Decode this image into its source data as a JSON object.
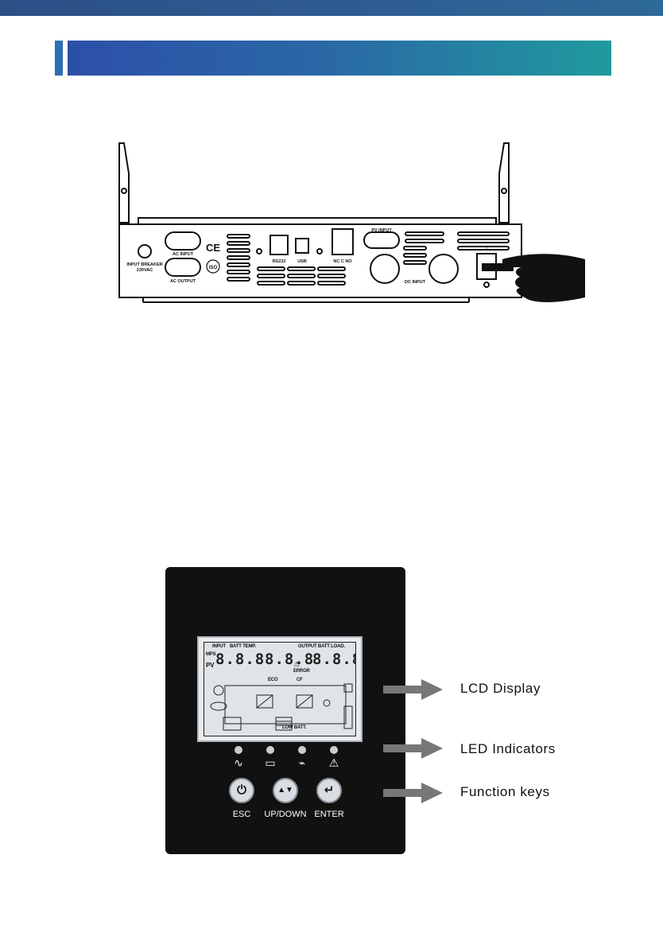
{
  "rear_panel": {
    "input_breaker_label": "INPUT BREAKER",
    "input_breaker_rating": "230VAC",
    "ac_input_label": "AC INPUT",
    "ac_output_label": "AC OUTPUT",
    "ce_mark": "CE",
    "iso_mark": "ISO",
    "rs232_label": "RS232",
    "usb_label": "USB",
    "relay_label": "NC C NO",
    "pv_input_label": "PV INPUT",
    "dc_input_label": "DC INPUT",
    "switch_on_mark": "I"
  },
  "front_panel": {
    "lcd": {
      "input_label": "INPUT",
      "batt_temp_label": "BATT TEMP.",
      "output_label": "OUTPUT BATT LOAD.",
      "digits": "8.8.8",
      "error_label": "ERROR",
      "eco_label": "ECO",
      "cf_label": "CF",
      "low_batt_label": "LOW BATT.",
      "mps_label": "MPS",
      "pv_label": "PV"
    },
    "keys": [
      {
        "symbol": "⏻",
        "label": "ESC"
      },
      {
        "symbol": "▲▼",
        "label": "UP/DOWN"
      },
      {
        "symbol": "↵",
        "label": "ENTER"
      }
    ]
  },
  "callouts": {
    "lcd_display": "LCD Display",
    "led_indicators": "LED Indicators",
    "function_keys": "Function keys"
  },
  "colors": {
    "topbar": "#2c4f86",
    "banner_start": "#2c4fa8",
    "banner_end": "#1f9a9e",
    "panel_bg": "#111111",
    "arrow_gray": "#777777"
  }
}
